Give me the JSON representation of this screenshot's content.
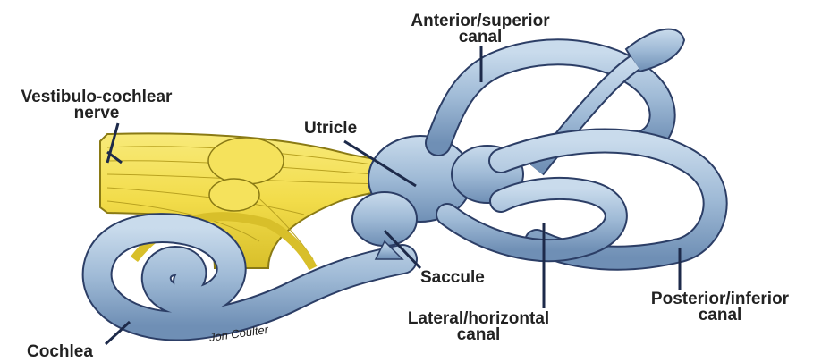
{
  "labels": {
    "anterior_superior_canal": [
      "Anterior/superior",
      "canal"
    ],
    "vestibulo_cochlear_nerve": [
      "Vestibulo-cochlear",
      "nerve"
    ],
    "utricle": "Utricle",
    "saccule": "Saccule",
    "lateral_horizontal_canal": [
      "Lateral/horizontal",
      "canal"
    ],
    "posterior_inferior_canal": [
      "Posterior/inferior",
      "canal"
    ],
    "cochlea": "Cochlea"
  },
  "signature": "Jon Coulter",
  "colors": {
    "labyrinth": "#9fbad6",
    "labyrinth_outline": "#2c3e66",
    "nerve": "#f2dc4a",
    "nerve_outline": "#8a7a14",
    "leader_line": "#1d2a4a",
    "text": "#222222"
  }
}
